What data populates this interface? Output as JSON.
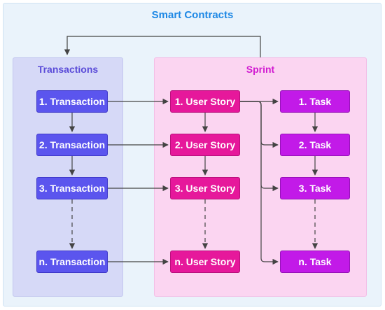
{
  "diagram": {
    "title": "Smart Contracts",
    "groups": {
      "transactions": {
        "title": "Transactions",
        "color": "#5b55ee"
      },
      "sprint": {
        "title": "Sprint",
        "color": "#e6189b"
      }
    },
    "transactions": [
      "1. Transaction",
      "2. Transaction",
      "3. Transaction",
      "n. Transaction"
    ],
    "user_stories": [
      "1. User Story",
      "2. User Story",
      "3. User Story",
      "n. User Story"
    ],
    "tasks": [
      "1. Task",
      "2. Task",
      "3. Task",
      "n. Task"
    ],
    "colors": {
      "title": "#1e88e5",
      "task": "#c21ae8",
      "edge": "#444444"
    }
  }
}
